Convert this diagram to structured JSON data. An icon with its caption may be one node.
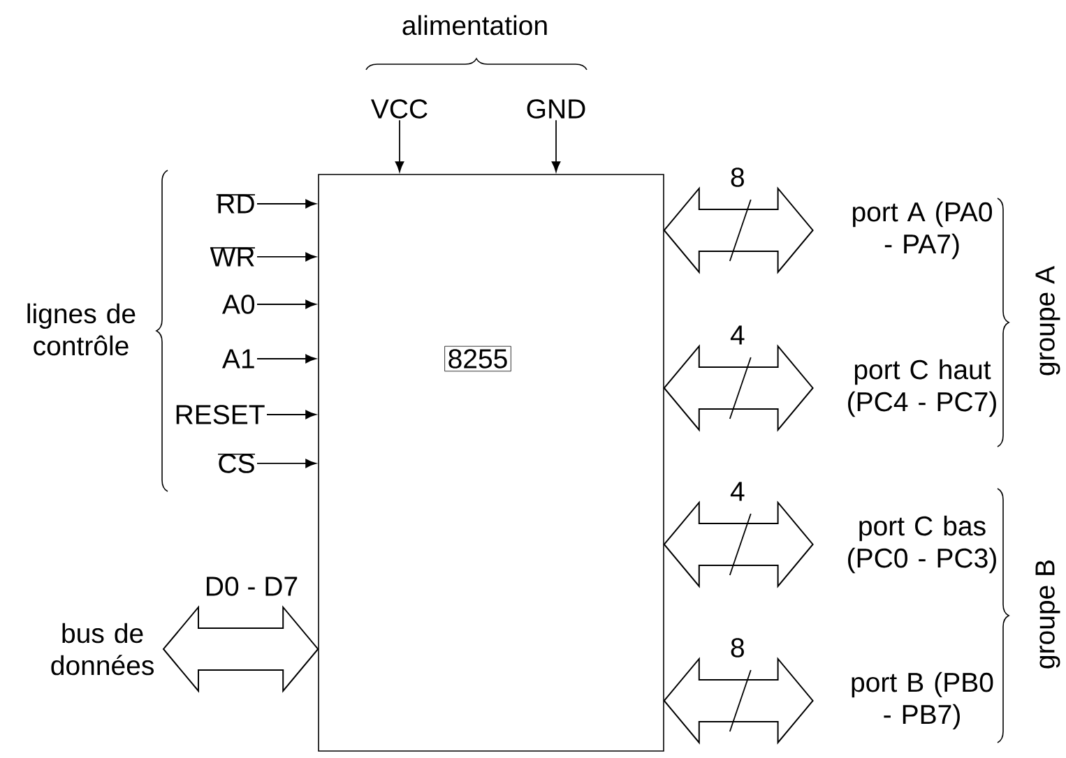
{
  "diagram": {
    "nodes": [
      {
        "text": [],
        "shape": "box"
      },
      {
        "text": [
          "8255"
        ],
        "in": 0
      },
      {
        "text": [
          "VCC"
        ]
      },
      {
        "text": [
          "GND"
        ]
      },
      {
        "text": [
          "RD"
        ]
      },
      {
        "text": [
          "WR"
        ]
      },
      {
        "text": [
          "A0"
        ]
      },
      {
        "text": [
          "A1"
        ]
      },
      {
        "text": [
          "RESET"
        ]
      },
      {
        "text": [
          "CS"
        ]
      },
      {
        "text": [
          "bus de données"
        ]
      },
      {
        "text": [
          "port A (PA0 - PA7)"
        ]
      },
      {
        "text": [
          "port C haut (PC4 - PC7)"
        ]
      },
      {
        "text": [
          "port C bas (PC0 - PC3)"
        ]
      },
      {
        "text": [
          "port B (PB0 - PB7)"
        ]
      }
    ],
    "edges": [
      {
        "from": 2,
        "to": 0,
        "arrow": "to"
      },
      {
        "from": 3,
        "to": 0,
        "arrow": "to"
      },
      {
        "from": 4,
        "to": 0,
        "arrow": "to"
      },
      {
        "from": 5,
        "to": 0,
        "arrow": "to"
      },
      {
        "from": 6,
        "to": 0,
        "arrow": "to"
      },
      {
        "from": 7,
        "to": 0,
        "arrow": "to"
      },
      {
        "from": 8,
        "to": 0,
        "arrow": "to"
      },
      {
        "from": 9,
        "to": 0,
        "arrow": "to"
      },
      {
        "from": 10,
        "to": 0,
        "arrow": "both",
        "label": "D0 - D7"
      },
      {
        "from": 0,
        "to": 11,
        "arrow": "both",
        "label": "8"
      },
      {
        "from": 0,
        "to": 12,
        "arrow": "both",
        "label": "4"
      },
      {
        "from": 0,
        "to": 13,
        "arrow": "both",
        "label": "4"
      },
      {
        "from": 0,
        "to": 14,
        "arrow": "both",
        "label": "8"
      }
    ],
    "labels": [
      "alimentation",
      "lignes de contrôle",
      "groupe A",
      "groupe B"
    ]
  }
}
